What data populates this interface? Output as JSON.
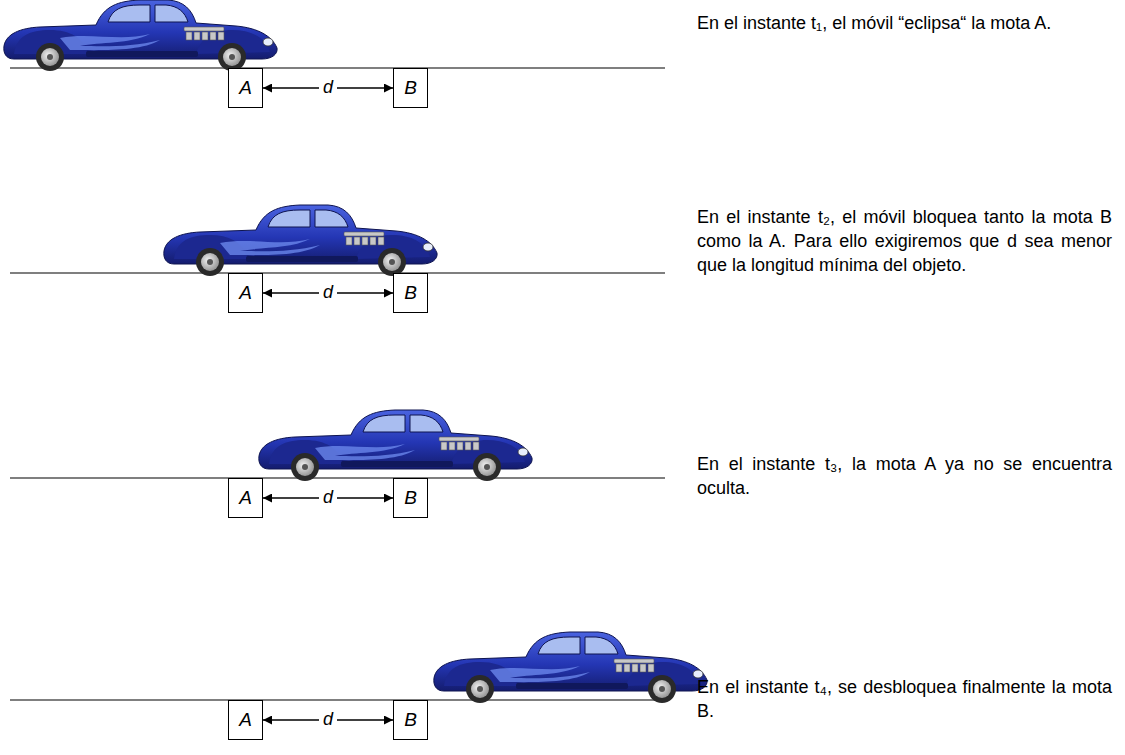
{
  "diagram": {
    "nodes": [
      {
        "text": [
          "A"
        ]
      },
      {
        "text": [
          "B"
        ]
      },
      {
        "text": [
          "A"
        ]
      },
      {
        "text": [
          "B"
        ]
      },
      {
        "text": [
          "A"
        ]
      },
      {
        "text": [
          "B"
        ]
      },
      {
        "text": [
          "A"
        ]
      },
      {
        "text": [
          "B"
        ]
      }
    ],
    "edges": [
      {
        "from": 0,
        "to": 1,
        "label": "d",
        "arrow": "both"
      },
      {
        "from": 2,
        "to": 3,
        "label": "d",
        "arrow": "both"
      },
      {
        "from": 4,
        "to": 5,
        "label": "d",
        "arrow": "both"
      },
      {
        "from": 6,
        "to": 7,
        "label": "d",
        "arrow": "both"
      }
    ],
    "labels": [
      "En el instante t₁, el móvil “eclipsa“ la mota A.",
      "En el instante t₂, el móvil bloquea tanto la mota B como la A. Para ello exigiremos que d sea menor que la longitud mínima del objeto.",
      "En el instante t₃, la mota A ya no se encuentra oculta.",
      "En el instante t₄, se desbloquea finalmente la mota B."
    ]
  }
}
